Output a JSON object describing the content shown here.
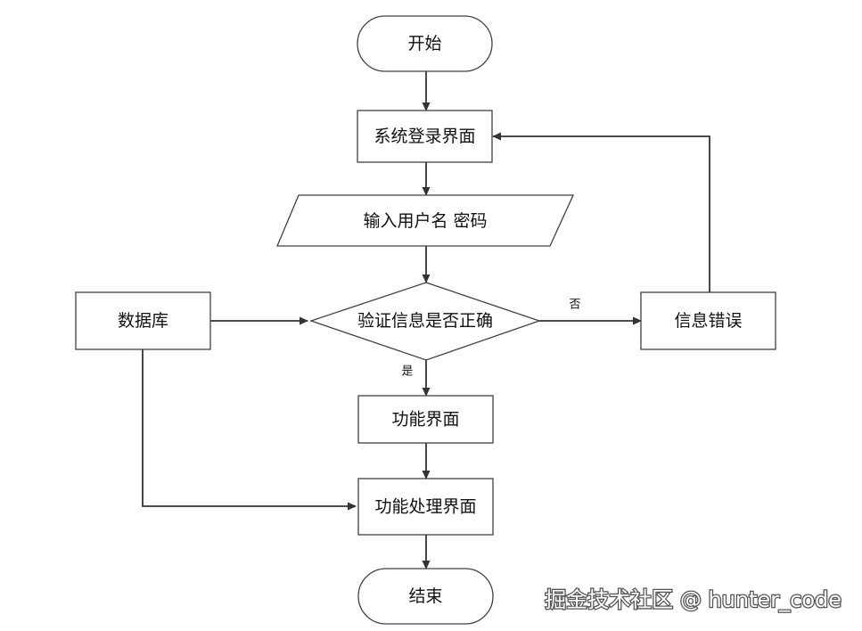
{
  "diagram": {
    "nodes": {
      "start": {
        "label": "开始"
      },
      "login_ui": {
        "label": "系统登录界面"
      },
      "input_credentials": {
        "label": "输入用户名 密码"
      },
      "database": {
        "label": "数据库"
      },
      "verify": {
        "label": "验证信息是否正确"
      },
      "info_error": {
        "label": "信息错误"
      },
      "function_ui": {
        "label": "功能界面"
      },
      "function_process_ui": {
        "label": "功能处理界面"
      },
      "end": {
        "label": "结束"
      }
    },
    "edge_labels": {
      "no": "否",
      "yes": "是"
    }
  },
  "watermark": {
    "text": "掘金技术社区 @ hunter_code"
  }
}
